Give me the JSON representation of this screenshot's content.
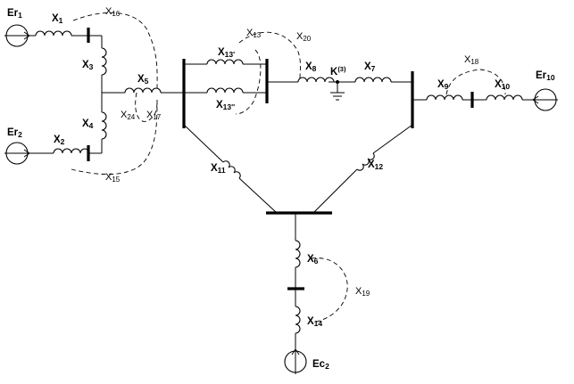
{
  "diagram": {
    "sources": {
      "er1": {
        "main": "Er",
        "sub": "1"
      },
      "er2": {
        "main": "Er",
        "sub": "2"
      },
      "er10": {
        "main": "Er",
        "sub": "10"
      },
      "ec2": {
        "main": "Ec",
        "sub": "2"
      }
    },
    "reactances": {
      "x1": {
        "main": "X",
        "sub": "1"
      },
      "x2": {
        "main": "X",
        "sub": "2"
      },
      "x3": {
        "main": "X",
        "sub": "3"
      },
      "x4": {
        "main": "X",
        "sub": "4"
      },
      "x5": {
        "main": "X",
        "sub": "5"
      },
      "x6": {
        "main": "X",
        "sub": "6"
      },
      "x7": {
        "main": "X",
        "sub": "7"
      },
      "x8": {
        "main": "X",
        "sub": "8"
      },
      "x9": {
        "main": "X",
        "sub": "9"
      },
      "x10": {
        "main": "X",
        "sub": "10"
      },
      "x11": {
        "main": "X",
        "sub": "11"
      },
      "x12": {
        "main": "X",
        "sub": "12"
      },
      "x13a": {
        "main": "X",
        "sub": "13'"
      },
      "x13b": {
        "main": "X",
        "sub": "13''"
      },
      "x14": {
        "main": "X",
        "sub": "14"
      }
    },
    "equivalents": {
      "x13": {
        "main": "X",
        "sub": "13"
      },
      "x15": {
        "main": "X",
        "sub": "15"
      },
      "x16": {
        "main": "X",
        "sub": "16"
      },
      "x17": {
        "main": "X",
        "sub": "17"
      },
      "x18": {
        "main": "X",
        "sub": "18"
      },
      "x19": {
        "main": "X",
        "sub": "19"
      },
      "x20": {
        "main": "X",
        "sub": "20"
      },
      "x24": {
        "main": "X",
        "sub": "24"
      }
    },
    "fault": {
      "main": "K",
      "sup": "(3)"
    }
  }
}
